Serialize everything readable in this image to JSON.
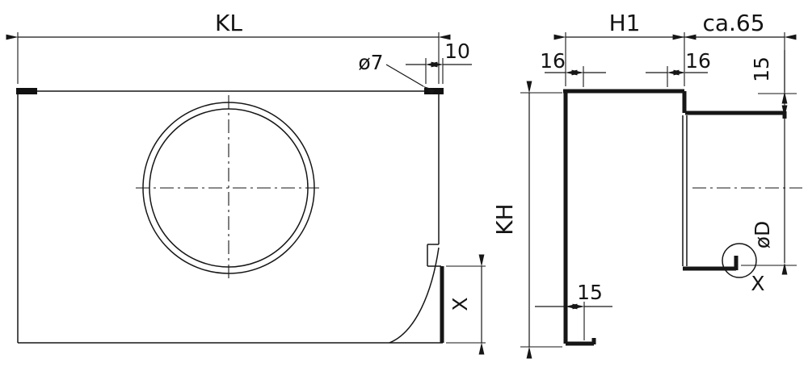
{
  "colors": {
    "ink": "#161616",
    "background": "#ffffff"
  },
  "left_view": {
    "dim_length_label": "KL",
    "hole_dia_label": "ø7",
    "tab_width_label": "10",
    "cutout_height_label": "X"
  },
  "right_view": {
    "depth_label": "H1",
    "approx_depth_label": "ca.65",
    "front_tab_label": "16",
    "rear_tab_label": "16",
    "step_height_label": "15",
    "height_label": "KH",
    "spigot_dia_label": "øD",
    "detail_label": "X",
    "bottom_tab_label": "15"
  }
}
